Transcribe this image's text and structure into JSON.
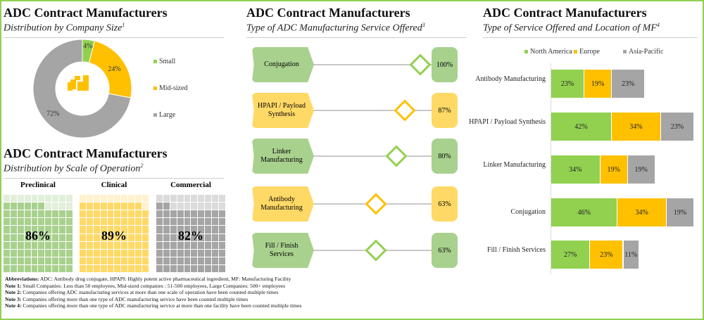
{
  "title": "ADC Contract Manufacturers",
  "colors": {
    "green": "#92d050",
    "yellow": "#ffc000",
    "gray": "#a5a5a5",
    "green_light": "#a9d18e",
    "yellow_light": "#ffd966"
  },
  "panel1": {
    "subtitle": "Distribution by Company Size",
    "sup": "1",
    "center_icon": "buildings-icon"
  },
  "panel2": {
    "subtitle": "Distribution by Scale of Operation",
    "sup": "2"
  },
  "panel3": {
    "subtitle": "Type of ADC Manufacturing Service Offered",
    "sup": "3"
  },
  "panel4": {
    "subtitle": "Type of Service Offered and Location of MF",
    "sup": "4"
  },
  "chart_data": [
    {
      "type": "pie",
      "variant": "donut",
      "title": "Distribution by Company Size",
      "categories": [
        "Small",
        "Mid-sized",
        "Large"
      ],
      "values": [
        4,
        24,
        72
      ],
      "labels": [
        "4%",
        "24%",
        "72%"
      ],
      "legend": "right"
    },
    {
      "type": "waffle",
      "title": "Distribution by Scale of Operation",
      "categories": [
        "Preclinical",
        "Clinical",
        "Commercial"
      ],
      "values": [
        86,
        89,
        82
      ],
      "labels": [
        "86%",
        "89%",
        "82%"
      ]
    },
    {
      "type": "dot",
      "title": "Type of ADC Manufacturing Service Offered",
      "categories": [
        "Conjugation",
        "HPAPI / Payload Synthesis",
        "Linker Manufacturing",
        "Antibody Manufacturing",
        "Fill / Finish Services"
      ],
      "values": [
        100,
        87,
        80,
        63,
        63
      ],
      "labels": [
        "100%",
        "87%",
        "80%",
        "63%",
        "63%"
      ]
    },
    {
      "type": "bar",
      "orientation": "horizontal",
      "stacked": true,
      "title": "Type of Service Offered and Location of MF",
      "categories": [
        "Antibody Manufacturing",
        "HPAPI / Payload Synthesis",
        "Linker Manufacturing",
        "Conjugation",
        "Fill / Finish Services"
      ],
      "series": [
        {
          "name": "North America",
          "values": [
            23,
            42,
            34,
            46,
            27
          ]
        },
        {
          "name": "Europe",
          "values": [
            19,
            34,
            19,
            34,
            23
          ]
        },
        {
          "name": "Asia-Pacific",
          "values": [
            23,
            23,
            19,
            19,
            11
          ]
        }
      ],
      "legend": "top"
    }
  ],
  "notes": [
    {
      "label": "Abbreviations:",
      "text": " ADC: Antibody drug conjugate, HPAPI: Highly potent active pharmaceutical ingredient, MF: Manufacturing Facility"
    },
    {
      "label": "Note 1:",
      "text": " Small Companies: Less than 50 employees, Mid-sized companies : 51-500 employees, Large Companies: 500+ employees"
    },
    {
      "label": "Note 2:",
      "text": " Companies offering ADC manufacturing services at more than one scale of operation have been counted multiple times"
    },
    {
      "label": "Note 3:",
      "text": " Companies offering more than one type of ADC manufacturing service have been counted multiple times"
    },
    {
      "label": "Note 4:",
      "text": " Companies offering more than one type of ADC manufacturing service at more than one facility have been counted multiple times"
    }
  ]
}
